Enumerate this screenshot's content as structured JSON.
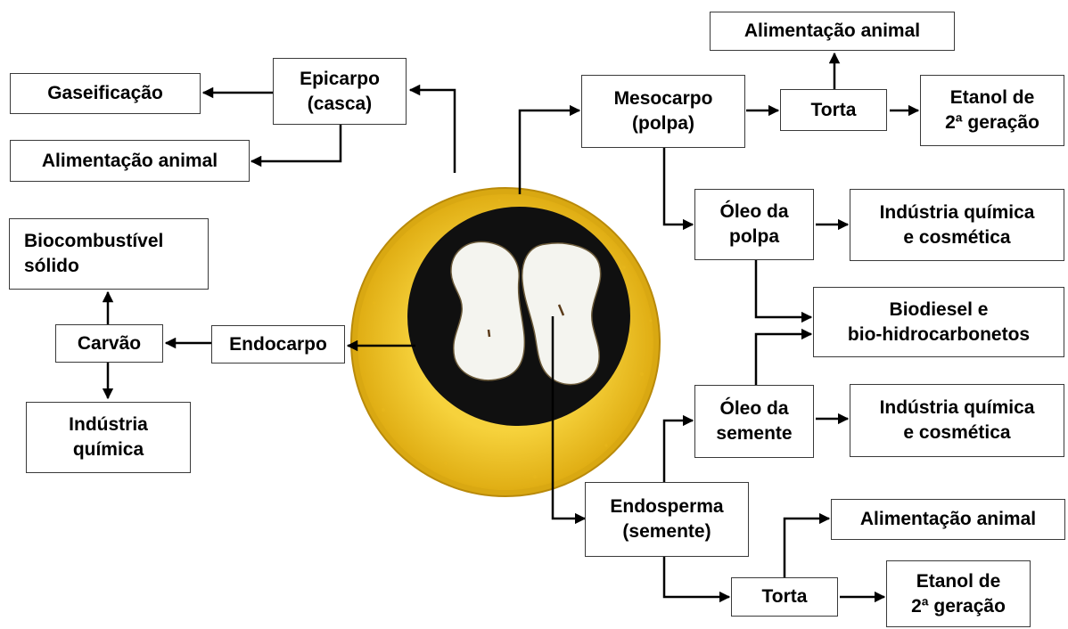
{
  "boxes": {
    "gaseificacao": "Gaseificação",
    "epicarpo": "Epicarpo\n(casca)",
    "alimentacao_epicarpo": "Alimentação animal",
    "biocombustivel": "Biocombustível\nsólido",
    "carvao": "Carvão",
    "endocarpo": "Endocarpo",
    "industria_quimica": "Indústria\nquímica",
    "alimentacao_top": "Alimentação animal",
    "mesocarpo": "Mesocarpo\n(polpa)",
    "torta_top": "Torta",
    "etanol_top": "Etanol de\n2ª geração",
    "oleo_polpa": "Óleo da\npolpa",
    "industria_polpa": "Indústria química\ne cosmética",
    "biodiesel": "Biodiesel e\nbio-hidrocarbonetos",
    "oleo_semente": "Óleo da\nsemente",
    "industria_semente": "Indústria química\ne cosmética",
    "endosperma": "Endosperma\n(semente)",
    "alimentacao_bottom": "Alimentação animal",
    "torta_bottom": "Torta",
    "etanol_bottom": "Etanol de\n2ª geração"
  },
  "colors": {
    "epicarp": "#e3b418",
    "mesocarp": "#f2c932",
    "endocarp": "#111111",
    "seed": "#f4f4ef",
    "line": "#000000",
    "box_border": "#3a3a3a"
  }
}
